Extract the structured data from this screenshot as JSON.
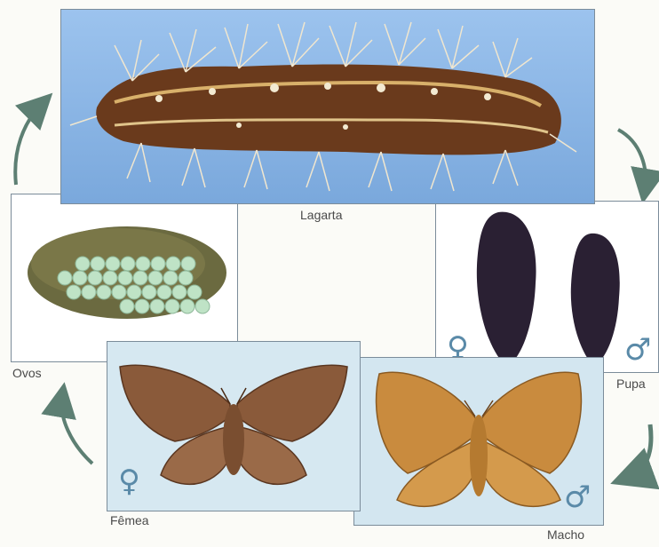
{
  "stages": {
    "larva": {
      "label": "Lagarta"
    },
    "pupa": {
      "label": "Pupa",
      "female_symbol": "♀",
      "male_symbol": "♂"
    },
    "male": {
      "label": "Macho",
      "symbol": "♂"
    },
    "female": {
      "label": "Fêmea",
      "symbol": "♀"
    },
    "eggs": {
      "label": "Ovos"
    }
  },
  "colors": {
    "arrow": "#5d7f73",
    "panel_border": "#7b8c9a",
    "symbol": "#5a8aa8",
    "larva_bg": "#8ab6e6",
    "pupa_body": "#2a2033",
    "moth_female": "#8a5a3a",
    "moth_male": "#c98b3e",
    "eggs": "#b7dcc0"
  }
}
